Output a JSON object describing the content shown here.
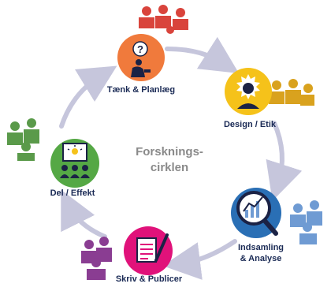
{
  "title_line1": "Forsknings-",
  "title_line2": "cirklen",
  "steps": [
    {
      "label": "Tænk & Planlæg",
      "color": "#f07a3c"
    },
    {
      "label": "Design / Etik",
      "color": "#f5c21a"
    },
    {
      "label_line1": "Indsamling",
      "label_line2": "& Analyse",
      "color": "#2a6fb5"
    },
    {
      "label": "Skriv & Publicer",
      "color": "#e0127a"
    },
    {
      "label": "Del / Effekt",
      "color": "#55a845"
    }
  ],
  "colors": {
    "arrow": "#c6c6dc",
    "label": "#1a2a55",
    "puzzle_red": "#d9443c",
    "puzzle_gold": "#d9a21e",
    "puzzle_blue": "#6f9bd3",
    "puzzle_purple": "#8a3d92",
    "puzzle_green": "#5a9a4a"
  },
  "icons": [
    "question-thinker-icon",
    "lightbulb-head-icon",
    "magnifier-chart-icon",
    "document-pen-icon",
    "presentation-audience-icon",
    "puzzle-people-icon"
  ]
}
